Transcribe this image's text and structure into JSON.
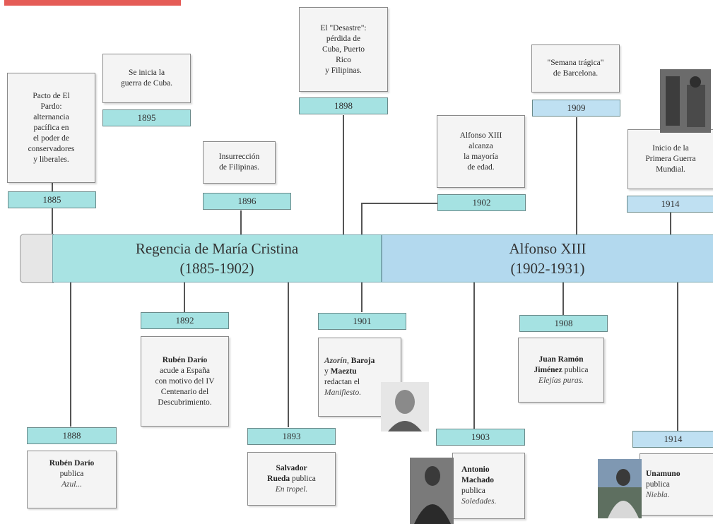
{
  "title": "",
  "periods": {
    "regencia": {
      "name": "Regencia de María Cristina",
      "years": "(1885-1902)"
    },
    "alfonso": {
      "name": "Alfonso XIII",
      "years": "(1902-1931)"
    }
  },
  "events_top": [
    {
      "year": "1885",
      "text": [
        "Pacto de El",
        "Pardo:",
        "alternancia",
        "pacífica en",
        "el poder de",
        "conservadores",
        "y liberales."
      ]
    },
    {
      "year": "1895",
      "text": [
        "Se inicia la",
        "guerra de Cuba."
      ]
    },
    {
      "year": "1896",
      "text": [
        "Insurrección",
        "de Filipinas."
      ]
    },
    {
      "year": "1898",
      "text": [
        "El \"Desastre\":",
        "pérdida de",
        "Cuba, Puerto",
        "Rico",
        "y Filipinas."
      ]
    },
    {
      "year": "1902",
      "text": [
        "Alfonso XIII",
        "alcanza",
        "la mayoría",
        "de edad."
      ]
    },
    {
      "year": "1909",
      "text": [
        "\"Semana trágica\"",
        "de Barcelona."
      ]
    },
    {
      "year": "1914",
      "text": [
        "Inicio de la",
        "Primera Guerra",
        "Mundial."
      ]
    }
  ],
  "events_bottom": [
    {
      "year": "1888",
      "author": "Rubén Darío",
      "verb": "publica",
      "work": "Azul..."
    },
    {
      "year": "1892",
      "author": "Rubén Darío",
      "rest": [
        "acude a España",
        "con motivo del IV",
        "Centenario del",
        "Descubrimiento."
      ]
    },
    {
      "year": "1893",
      "author_a": "Salvador",
      "author_b": "Rueda",
      "verb": "publica",
      "work": "En tropel."
    },
    {
      "year": "1901",
      "author_a": "Azorín",
      "author_b": "Baroja",
      "author_c": "Maeztu",
      "l2": "y",
      "l4": "redactan el",
      "work": "Manifiesto."
    },
    {
      "year": "1903",
      "author_a": "Antonio",
      "author_b": "Machado",
      "verb": "publica",
      "work": "Soledades."
    },
    {
      "year": "1908",
      "author_a": "Juan Ramón",
      "author_b": "Jiménez",
      "verb": "publica",
      "work": "Elejías puras."
    },
    {
      "year": "1914",
      "author": "Unamuno",
      "verb": "publica",
      "work": "Niebla."
    }
  ],
  "colors": {
    "cyan_label": "#a5e2e2",
    "blue_label": "#bfe0f2",
    "regencia_bar": "#a8e3e3",
    "alfonso_bar": "#b3d9ee",
    "title_red": "#e0403a"
  }
}
